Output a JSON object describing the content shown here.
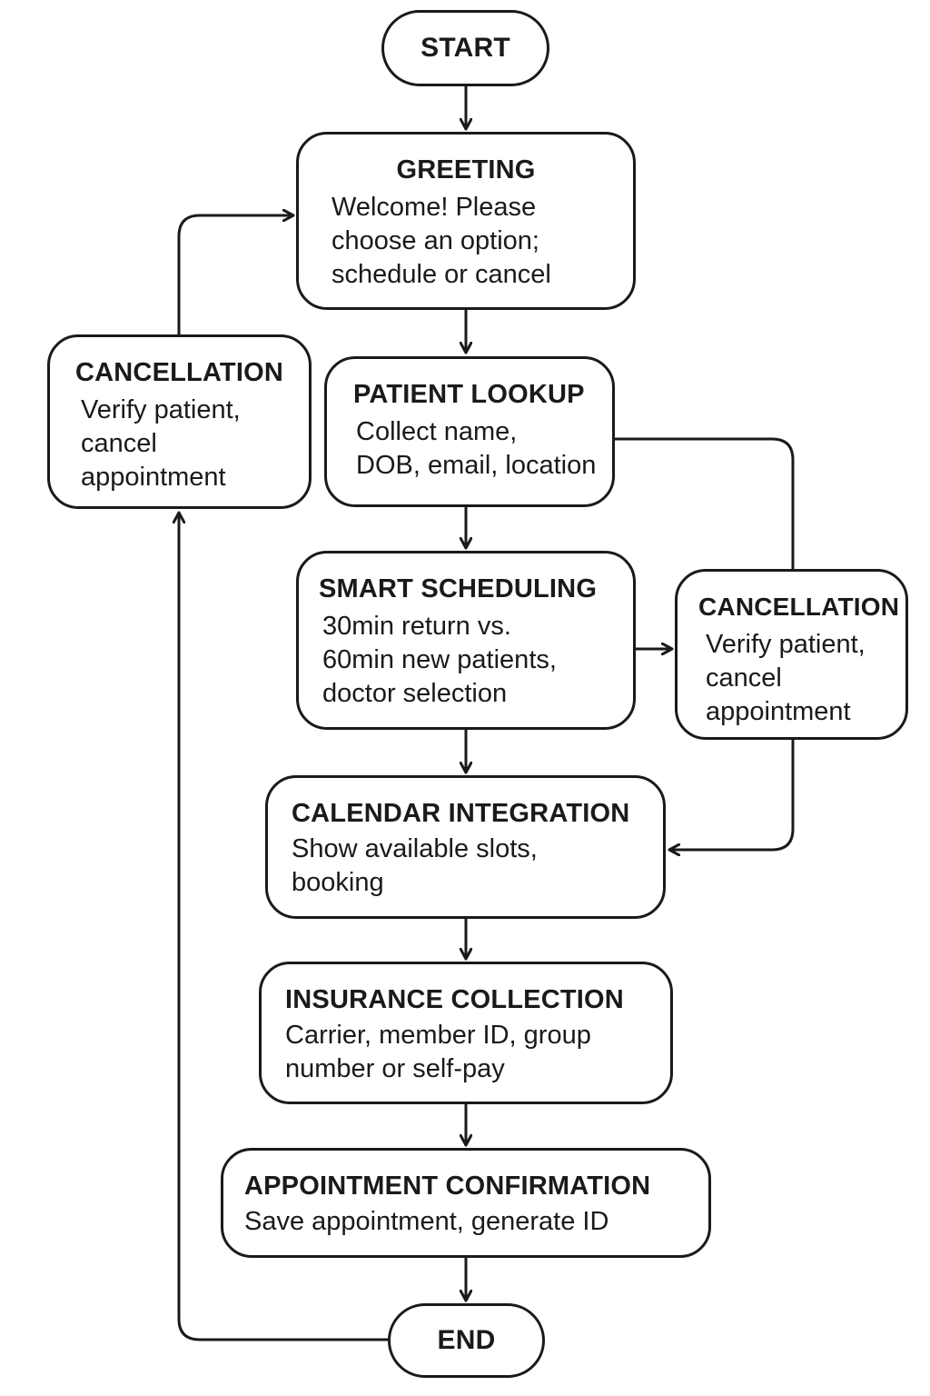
{
  "diagram": {
    "start": {
      "label": "START"
    },
    "greeting": {
      "title": "GREETING",
      "text": "Welcome! Please\nchoose an option;\nschedule or cancel"
    },
    "patient_lookup": {
      "title": "PATIENT LOOKUP",
      "text": "Collect name,\nDOB, email, location"
    },
    "smart_scheduling": {
      "title": "SMART SCHEDULING",
      "text": "30min return vs.\n60min new patients,\ndoctor selection"
    },
    "cancellation_left": {
      "title": "CANCELLATION",
      "text": "Verify patient,\ncancel\nappointment"
    },
    "cancellation_right": {
      "title": "CANCELLATION",
      "text": "Verify patient,\ncancel\nappointment"
    },
    "calendar_integration": {
      "title": "CALENDAR INTEGRATION",
      "text": "Show available slots,\nbooking"
    },
    "insurance_collection": {
      "title": "INSURANCE COLLECTION",
      "text": "Carrier, member ID, group\nnumber or self-pay"
    },
    "appointment_confirmation": {
      "title": "APPOINTMENT CONFIRMATION",
      "text": "Save appointment, generate ID"
    },
    "end": {
      "label": "END"
    }
  }
}
